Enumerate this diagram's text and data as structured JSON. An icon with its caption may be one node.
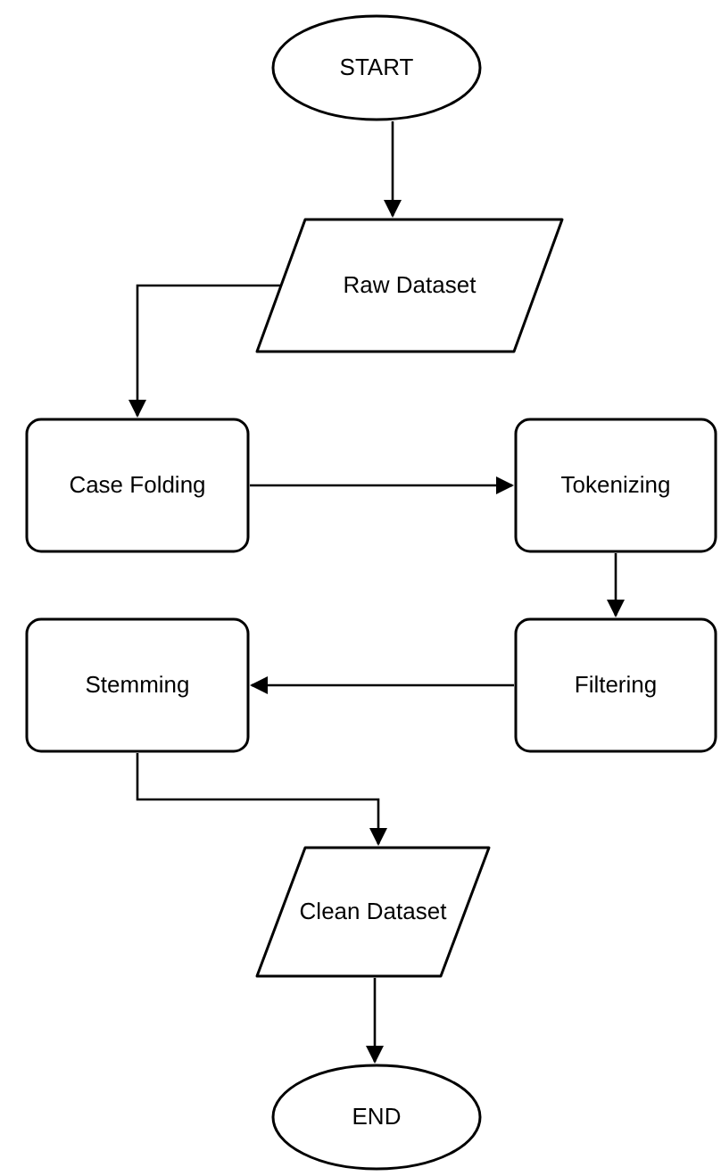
{
  "diagram": {
    "nodes": [
      {
        "text": [
          "START"
        ]
      },
      {
        "text": [
          "Raw Dataset"
        ]
      },
      {
        "text": [
          "Case Folding"
        ]
      },
      {
        "text": [
          "Tokenizing"
        ]
      },
      {
        "text": [
          "Filtering"
        ]
      },
      {
        "text": [
          "Stemming"
        ]
      },
      {
        "text": [
          "Clean Dataset"
        ]
      },
      {
        "text": [
          "END"
        ]
      }
    ],
    "edges": [
      {
        "from": 0,
        "to": 1,
        "arrow": "to"
      },
      {
        "from": 1,
        "to": 2,
        "arrow": "to"
      },
      {
        "from": 2,
        "to": 3,
        "arrow": "to"
      },
      {
        "from": 3,
        "to": 4,
        "arrow": "to"
      },
      {
        "from": 4,
        "to": 5,
        "arrow": "to"
      },
      {
        "from": 5,
        "to": 6,
        "arrow": "to"
      },
      {
        "from": 6,
        "to": 7,
        "arrow": "to"
      }
    ]
  }
}
